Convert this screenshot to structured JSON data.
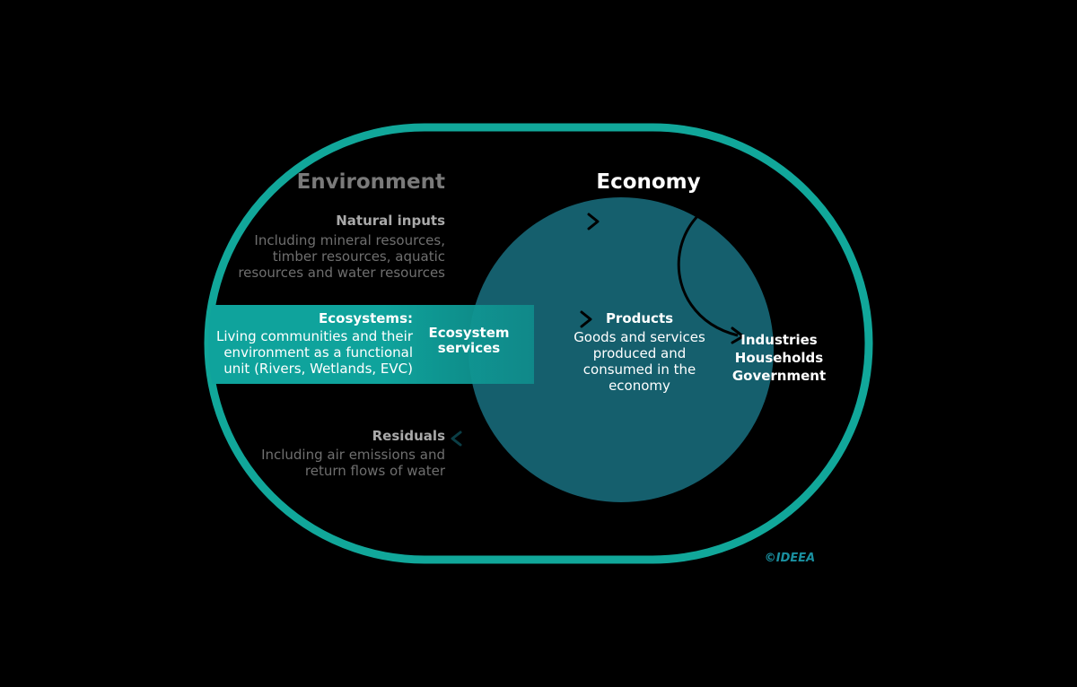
{
  "environment": {
    "title": "Environment",
    "natural_inputs": {
      "heading": "Natural inputs",
      "description": "Including mineral resources, timber resources, aquatic resources and water resources"
    },
    "ecosystems": {
      "heading": "Ecosystems:",
      "description": "Living communities and their environment as a functional unit (Rivers, Wetlands, EVC)"
    },
    "ecosystem_services": "Ecosystem services",
    "residuals": {
      "heading": "Residuals",
      "description": "Including air emissions and return flows of water"
    }
  },
  "economy": {
    "title": "Economy",
    "products": {
      "heading": "Products",
      "description": "Goods and services produced and consumed in the economy"
    },
    "agents": [
      "Industries",
      "Households",
      "Government"
    ]
  },
  "copyright": "©IDEEA",
  "colors": {
    "background": "#000000",
    "teal_ring": "#11a79a",
    "economy_circle": "#155f6d",
    "ecosystem_band": "#0fa39c",
    "arrow": "#000000",
    "muted_text": "#7a7a7a",
    "copyright": "#1a90a0"
  }
}
